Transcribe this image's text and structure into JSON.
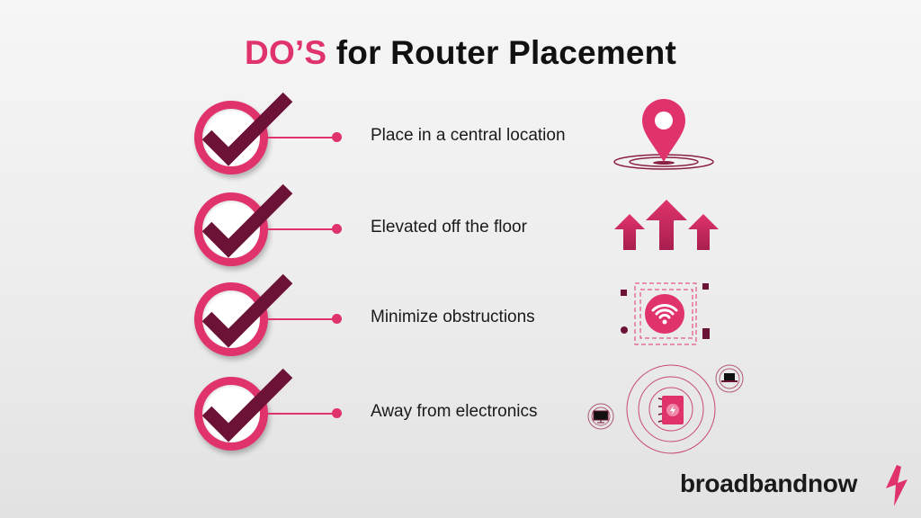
{
  "title": {
    "accent": "DO’S",
    "rest": " for Router Placement"
  },
  "colors": {
    "accent": "#e0336b",
    "dark": "#6b1236",
    "text": "#1a1a1a"
  },
  "items": [
    {
      "label": "Place in a central location",
      "icon": "location-pin-icon"
    },
    {
      "label": "Elevated off the floor",
      "icon": "up-arrows-icon"
    },
    {
      "label": "Minimize obstructions",
      "icon": "wifi-obstruction-icon"
    },
    {
      "label": "Away from  electronics",
      "icon": "router-electronics-icon"
    }
  ],
  "logo": {
    "text": "broadband",
    "bold": "now",
    "icon": "lightning-bolt-icon"
  }
}
